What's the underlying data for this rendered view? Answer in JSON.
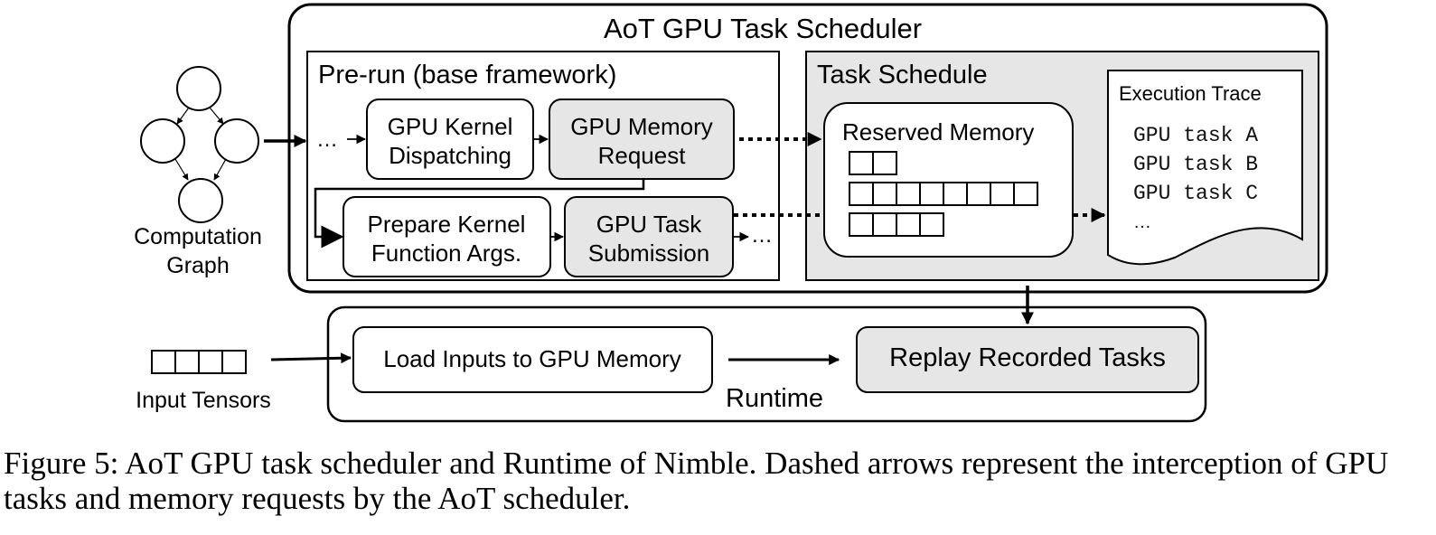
{
  "scheduler": {
    "title": "AoT GPU Task Scheduler"
  },
  "computation_graph": {
    "label_line1": "Computation",
    "label_line2": "Graph"
  },
  "prerun": {
    "title": "Pre-run (base framework)",
    "ellipsis": "…",
    "kernel_dispatch": {
      "line1": "GPU Kernel",
      "line2": "Dispatching"
    },
    "memory_request": {
      "line1": "GPU Memory",
      "line2": "Request"
    },
    "prepare_args": {
      "line1": "Prepare Kernel",
      "line2": "Function Args."
    },
    "task_submission": {
      "line1": "GPU Task",
      "line2": "Submission"
    }
  },
  "task_schedule": {
    "title": "Task Schedule",
    "reserved_memory": {
      "title": "Reserved Memory",
      "block_rows": [
        2,
        8,
        4
      ]
    },
    "execution_trace": {
      "title": "Execution Trace",
      "items": [
        "GPU task A",
        "GPU task B",
        "GPU task C",
        "…"
      ]
    }
  },
  "input_tensors": {
    "label": "Input Tensors",
    "cells": 4
  },
  "runtime": {
    "label": "Runtime",
    "load_inputs": "Load Inputs to GPU Memory",
    "replay": "Replay Recorded Tasks"
  },
  "caption": {
    "text": "Figure 5: AoT GPU task scheduler and Runtime of Nimble. Dashed arrows represent the interception of GPU tasks and memory requests by the AoT scheduler."
  },
  "colors": {
    "gray_fill": "#e6e6e6",
    "stroke": "#000000",
    "white": "#ffffff"
  }
}
